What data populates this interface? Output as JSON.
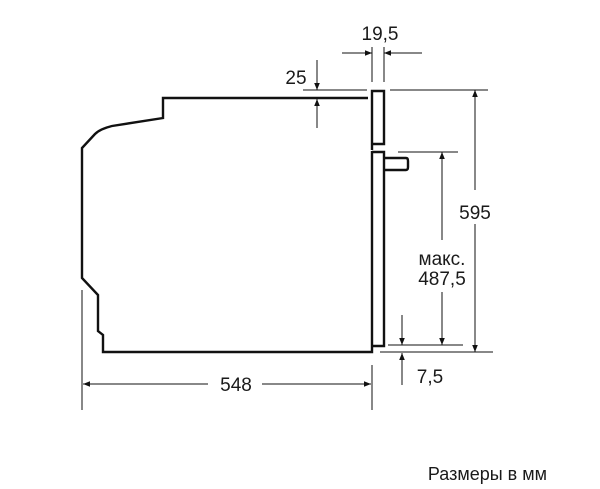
{
  "diagram": {
    "dimensions": {
      "door_thickness": "19,5",
      "top_gap": "25",
      "total_height": "595",
      "max_label": "макс.",
      "max_height": "487,5",
      "bottom_offset": "7,5",
      "depth": "548"
    },
    "caption": "Размеры в мм",
    "colors": {
      "line": "#111111",
      "background": "#ffffff"
    }
  }
}
